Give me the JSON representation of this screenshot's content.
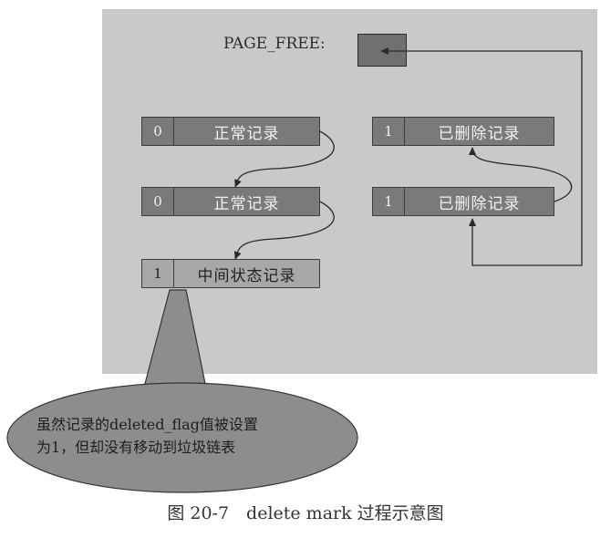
{
  "page_free_label": "PAGE_FREE:",
  "records": {
    "normal_1": {
      "flag": "0",
      "label": "正常记录"
    },
    "normal_2": {
      "flag": "0",
      "label": "正常记录"
    },
    "intermediate": {
      "flag": "1",
      "label": "中间状态记录"
    },
    "deleted_1": {
      "flag": "1",
      "label": "已删除记录"
    },
    "deleted_2": {
      "flag": "1",
      "label": "已删除记录"
    }
  },
  "callout": {
    "line1": "虽然记录的deleted_flag值被设置",
    "line2": "为1，但却没有移动到垃圾链表"
  },
  "caption": "图 20-7　delete mark 过程示意图"
}
